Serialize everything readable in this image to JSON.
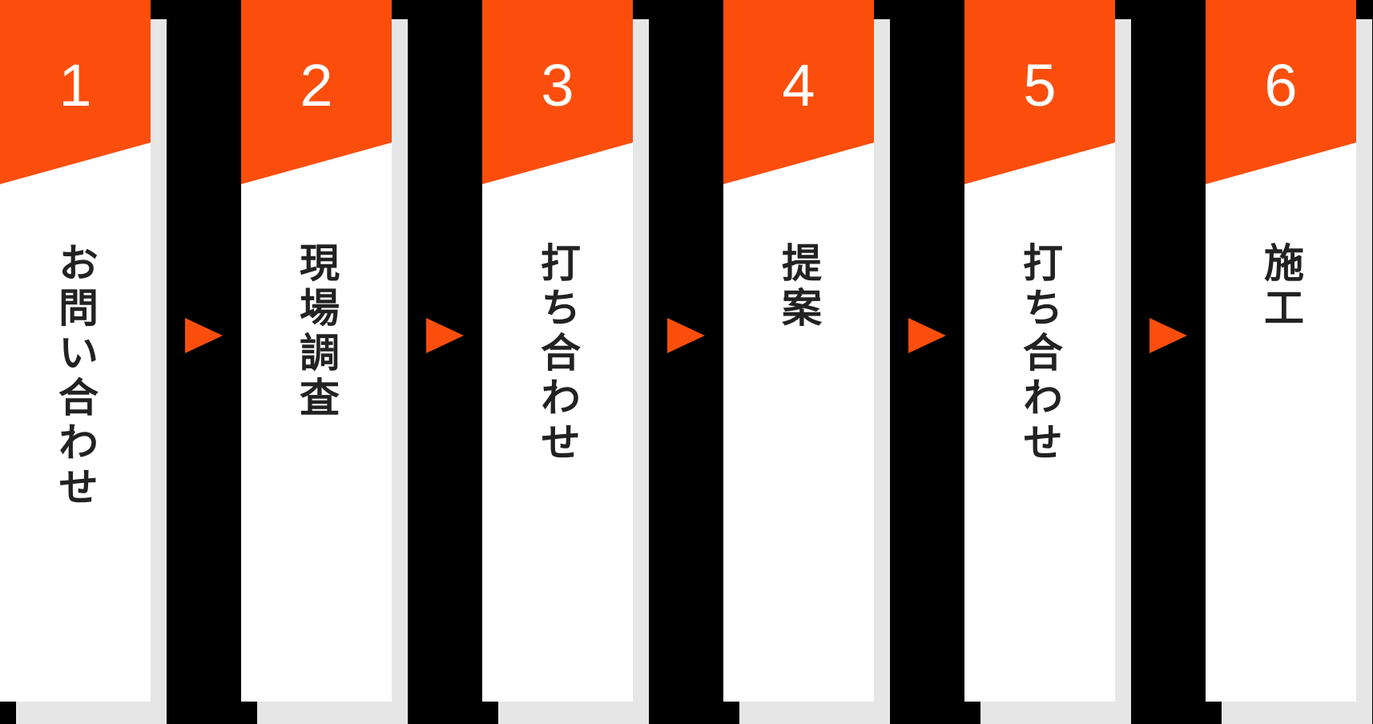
{
  "flow": {
    "name": "construction-process-flow",
    "steps": [
      {
        "number": "1",
        "label": "お問い合わせ"
      },
      {
        "number": "2",
        "label": "現場調査"
      },
      {
        "number": "3",
        "label": "打ち合わせ"
      },
      {
        "number": "4",
        "label": "提案"
      },
      {
        "number": "5",
        "label": "打ち合わせ"
      },
      {
        "number": "6",
        "label": "施工"
      }
    ],
    "arrow_icon": "right-triangle-icon",
    "arrow_count": 5
  },
  "colors": {
    "accent_orange": "#fb4e0d",
    "card_background": "#ffffff",
    "shadow_gray": "#e6e6e6",
    "page_background": "#000000",
    "label_text": "#222222",
    "number_text": "#ffffff"
  }
}
